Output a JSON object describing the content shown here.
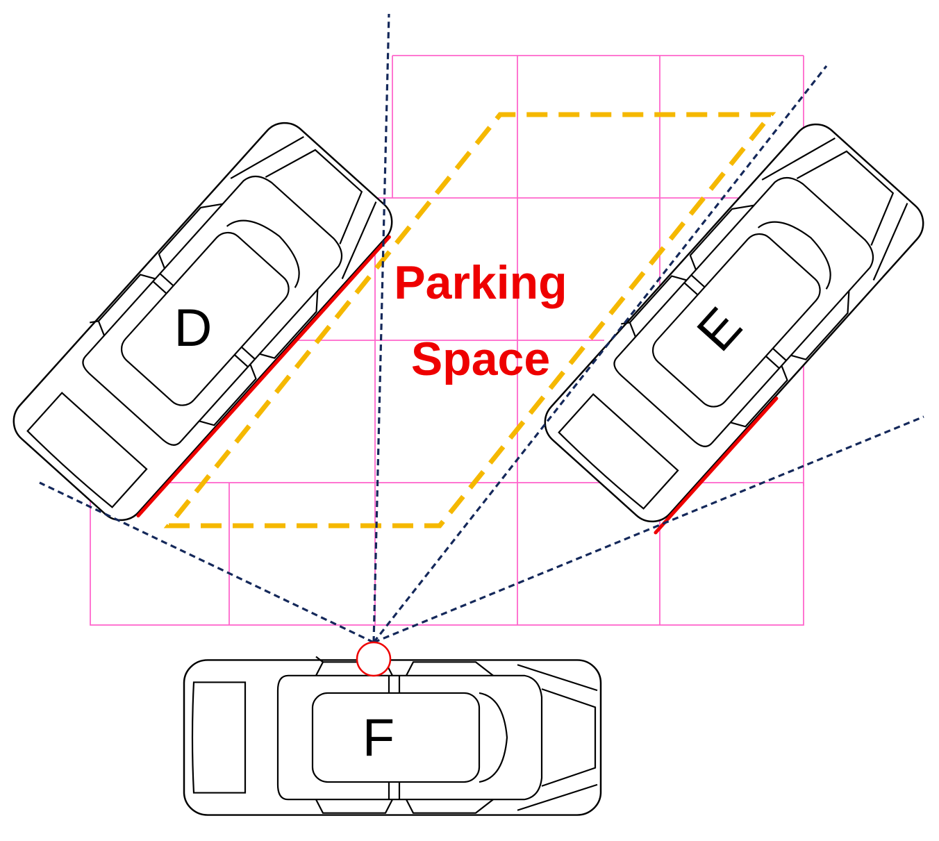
{
  "diagram": {
    "parking_label_line1": "Parking",
    "parking_label_line2": "Space",
    "cars": {
      "d": {
        "label": "D"
      },
      "e": {
        "label": "E"
      },
      "f": {
        "label": "F"
      }
    },
    "colors": {
      "grid": "#ff66cc",
      "parking_outline": "#f5b800",
      "sight_lines": "#14285a",
      "highlight_edge": "#ee0000",
      "parking_label": "#ee0000",
      "sensor": "#ee0000"
    }
  }
}
